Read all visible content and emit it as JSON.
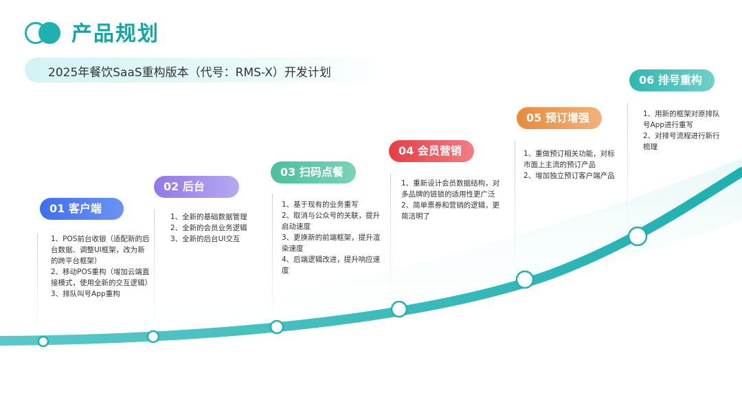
{
  "header": {
    "title": "产品规划",
    "subtitle": "2025年餐饮SaaS重构版本（代号：RMS-X）开发计划"
  },
  "colors": {
    "accent": "#1fb0b0",
    "stage1": "#3f6ff0",
    "stage2": "#8f79e8",
    "stage3": "#4cbf9c",
    "stage4": "#e63d45",
    "stage5": "#e88a3a",
    "stage6": "#2fb8b0"
  },
  "stages": [
    {
      "label": "01 客户端",
      "lines": [
        "1、POS前台收银（适配新的后台数据、调整UI框架，改为新的跨平台框架）",
        "2、移动POS重构（增加云端直接模式，使用全新的交互逻辑）",
        "3、排队叫号App重构"
      ]
    },
    {
      "label": "02 后台",
      "lines": [
        "1、全新的基础数据管理",
        "2、全新的会员业务逻辑",
        "3、全新的后台UI交互"
      ]
    },
    {
      "label": "03 扫码点餐",
      "lines": [
        "1、基于现有的业务重写",
        "2、取消与公众号的关联，提升启动速度",
        "3、更换新的前端框架，提升渲染速度",
        "4、后端逻辑改进，提升响应速度"
      ]
    },
    {
      "label": "04 会员营销",
      "lines": [
        "1、重新设计会员数据结构，对多品牌的链锁的适用性更广泛",
        "2、简单票券和营销的逻辑，更简洁明了"
      ]
    },
    {
      "label": "05 预订增强",
      "lines": [
        "1、重做预订相关功能，对标市面上主流的预订产品",
        "2、增加独立预订客户端产品"
      ]
    },
    {
      "label": "06 排号重构",
      "lines": [
        "1、用新的框架对原排队号App进行重写",
        "2、对排号流程进行新行梳理"
      ]
    }
  ]
}
